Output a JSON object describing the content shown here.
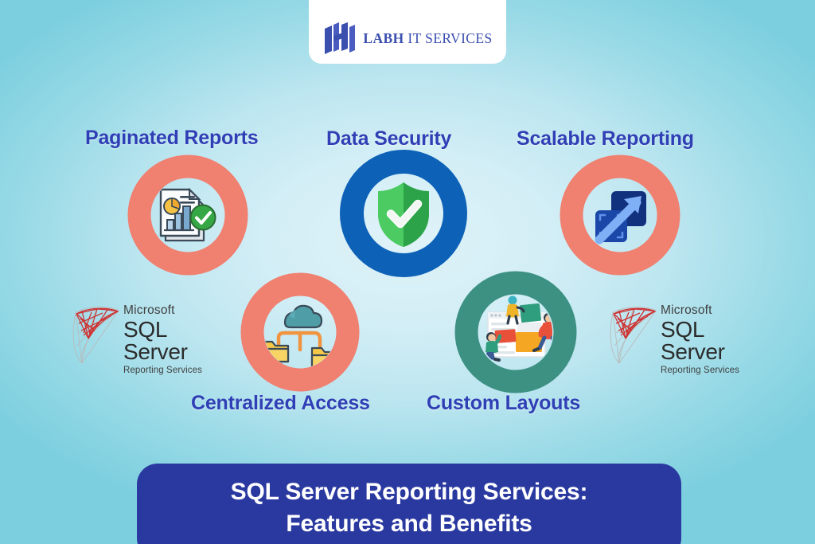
{
  "logo": {
    "mark_icon": "labh-h-monogram-icon",
    "text_bold": "LABH",
    "text_regular": " IT SERVICES",
    "mark_color": "#3b4faf",
    "text_color": "#3b4faf"
  },
  "background": {
    "center_color": "#dff2f8",
    "edge_color": "#7ccfdf"
  },
  "features": [
    {
      "id": "paginated-reports",
      "label": "Paginated Reports",
      "ring_color": "#f08070",
      "icon": "report-document-chart-check-icon",
      "row": "top"
    },
    {
      "id": "data-security",
      "label": "Data Security",
      "ring_color": "#0d62b8",
      "icon": "shield-check-icon",
      "row": "top"
    },
    {
      "id": "scalable-reporting",
      "label": "Scalable Reporting",
      "ring_color": "#f08070",
      "icon": "expand-arrow-squares-icon",
      "row": "top"
    },
    {
      "id": "centralized-access",
      "label": "Centralized Access",
      "ring_color": "#f08070",
      "icon": "cloud-folders-icon",
      "row": "bottom"
    },
    {
      "id": "custom-layouts",
      "label": "Custom Layouts",
      "ring_color": "#3d9183",
      "icon": "people-arranging-layout-icon",
      "row": "bottom"
    }
  ],
  "sql_logo": {
    "vendor": "Microsoft",
    "product": "SQL Server",
    "edition": "Reporting Services",
    "mark_icon": "sql-server-mesh-icon",
    "mesh_color": "#cf3030"
  },
  "banner": {
    "line1": "SQL Server Reporting Services:",
    "line2": "Features and Benefits",
    "background_color": "#2a39a0",
    "text_color": "#ffffff"
  },
  "label_color": "#2f3fb5"
}
